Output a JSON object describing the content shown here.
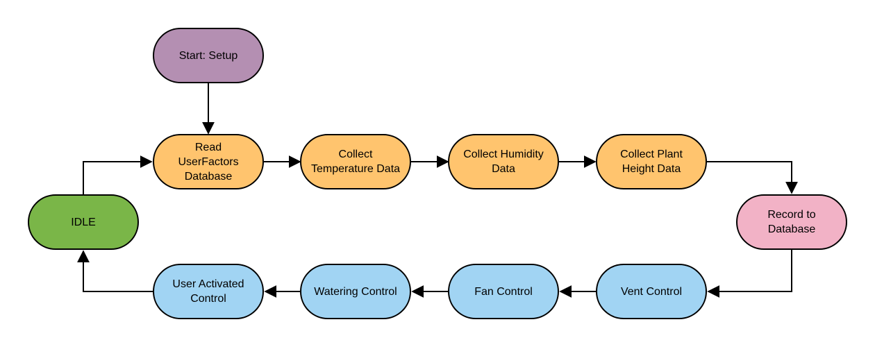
{
  "colors": {
    "start": "#b48fb2",
    "process": "#ffc46e",
    "record": "#f2b2c6",
    "control": "#a1d4f3",
    "idle": "#7ab648",
    "stroke": "#000000"
  },
  "nodes": {
    "start": "Start: Setup",
    "read": "Read\nUserFactors\nDatabase",
    "temp": "Collect\nTemperature Data",
    "humidity": "Collect Humidity\nData",
    "height": "Collect Plant\nHeight Data",
    "record": "Record to\nDatabase",
    "vent": "Vent Control",
    "fan": "Fan Control",
    "watering": "Watering Control",
    "user": "User Activated\nControl",
    "idle": "IDLE"
  }
}
